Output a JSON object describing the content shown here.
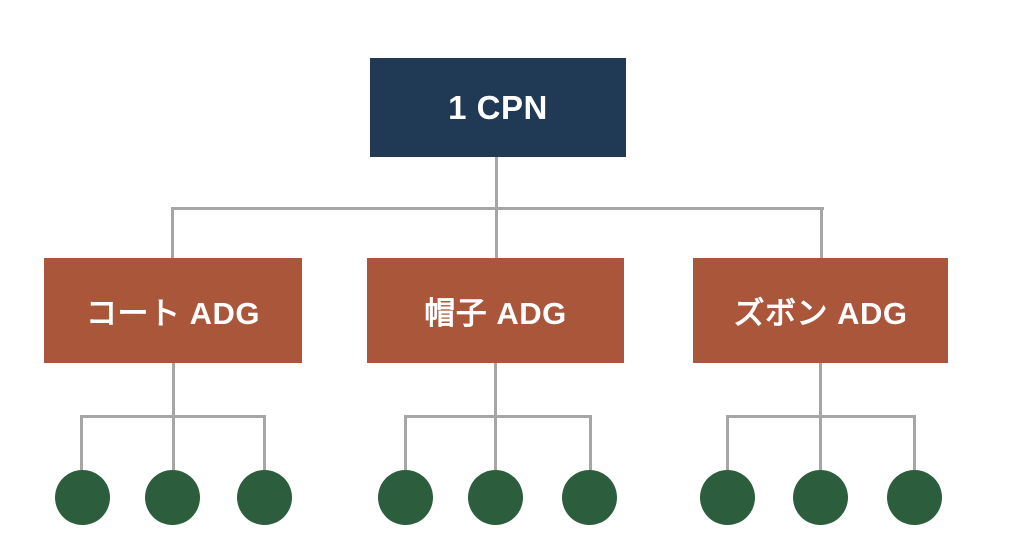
{
  "diagram": {
    "type": "tree",
    "root": {
      "label": "1 CPN"
    },
    "children": [
      {
        "label": "コート ADG",
        "leaf_count": 3
      },
      {
        "label": "帽子 ADG",
        "leaf_count": 3
      },
      {
        "label": "ズボン ADG",
        "leaf_count": 3
      }
    ],
    "colors": {
      "root_fill": "#203A55",
      "child_fill": "#AA563B",
      "leaf_fill": "#2C5E3D",
      "connector": "#A6A6A6",
      "label_text": "#FFFFFF",
      "background": "#FFFFFF"
    }
  }
}
